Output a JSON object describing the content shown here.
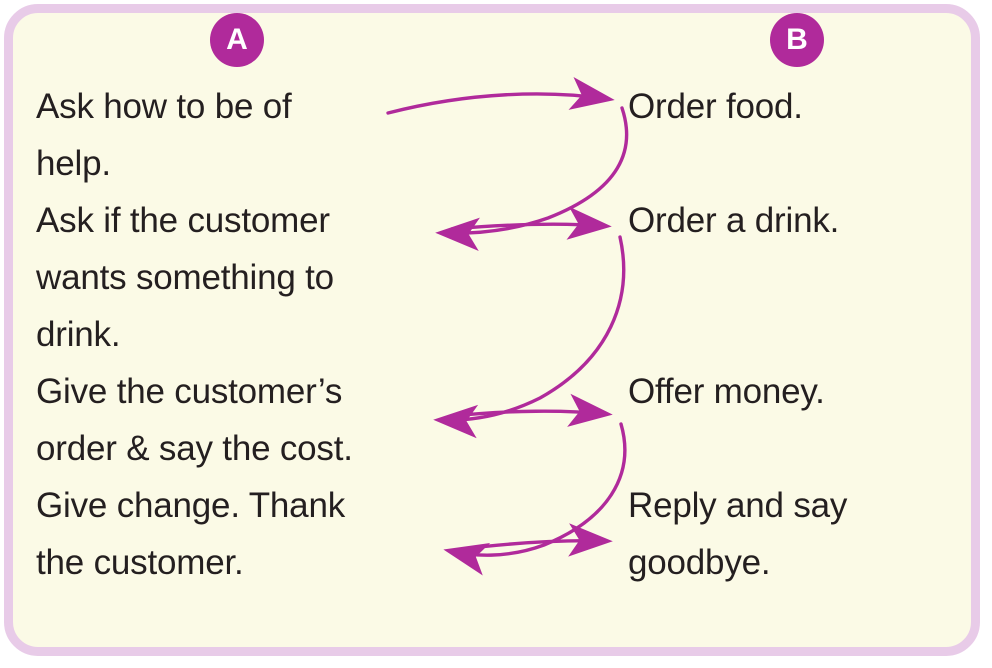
{
  "card": {
    "background_color": "#FBFAE6",
    "border_color": "#E8CBE8",
    "accent_color": "#B02A9B",
    "text_color": "#241F20"
  },
  "columns": [
    {
      "id": "A",
      "badge_label": "A",
      "items": [
        {
          "lines": [
            "Ask how to be of",
            "help."
          ]
        },
        {
          "lines": [
            "Ask if the customer",
            "wants something to",
            "drink."
          ]
        },
        {
          "lines": [
            "Give the customer’s",
            "order & say the cost."
          ]
        },
        {
          "lines": [
            "Give change. Thank",
            "the customer."
          ]
        }
      ]
    },
    {
      "id": "B",
      "badge_label": "B",
      "items": [
        {
          "lines": [
            "Order food."
          ]
        },
        {
          "lines": [
            "Order a drink."
          ]
        },
        {
          "lines": [
            "Offer money."
          ]
        },
        {
          "lines": [
            "Reply and say",
            "goodbye."
          ]
        }
      ]
    }
  ],
  "matching_lines": [
    {
      "from": "A1",
      "to": "B1",
      "direction": "right",
      "label": "Ask how to be of help. -> Order food."
    },
    {
      "from": "B1",
      "to": "A2",
      "direction": "left",
      "label": "Order food. -> Ask if the customer wants something to drink."
    },
    {
      "from": "A2",
      "to": "B2",
      "direction": "right",
      "label": "Ask if the customer wants something to drink. -> Order a drink."
    },
    {
      "from": "B2",
      "to": "A3",
      "direction": "left",
      "label": "Order a drink. -> Give the customer’s order & say the cost."
    },
    {
      "from": "A3",
      "to": "B3",
      "direction": "right",
      "label": "Give the customer’s order & say the cost. -> Offer money."
    },
    {
      "from": "B3",
      "to": "A4",
      "direction": "left",
      "label": "Offer money. -> Give change. Thank the customer."
    },
    {
      "from": "A4",
      "to": "B4",
      "direction": "right",
      "label": "Give change. Thank the customer. -> Reply and say goodbye."
    }
  ],
  "flat_text": {
    "a_1_1": "Ask how to be of",
    "a_1_2": "help.",
    "a_2_1": "Ask if the customer",
    "a_2_2": "wants something to",
    "a_2_3": "drink.",
    "a_3_1": "Give the customer’s",
    "a_3_2": "order & say the cost.",
    "a_4_1": "Give change. Thank",
    "a_4_2": "the customer.",
    "b_1_1": "Order food.",
    "b_2_1": "Order a drink.",
    "b_3_1": "Offer money.",
    "b_4_1": "Reply and say",
    "b_4_2": "goodbye.",
    "badge_a": "A",
    "badge_b": "B"
  }
}
